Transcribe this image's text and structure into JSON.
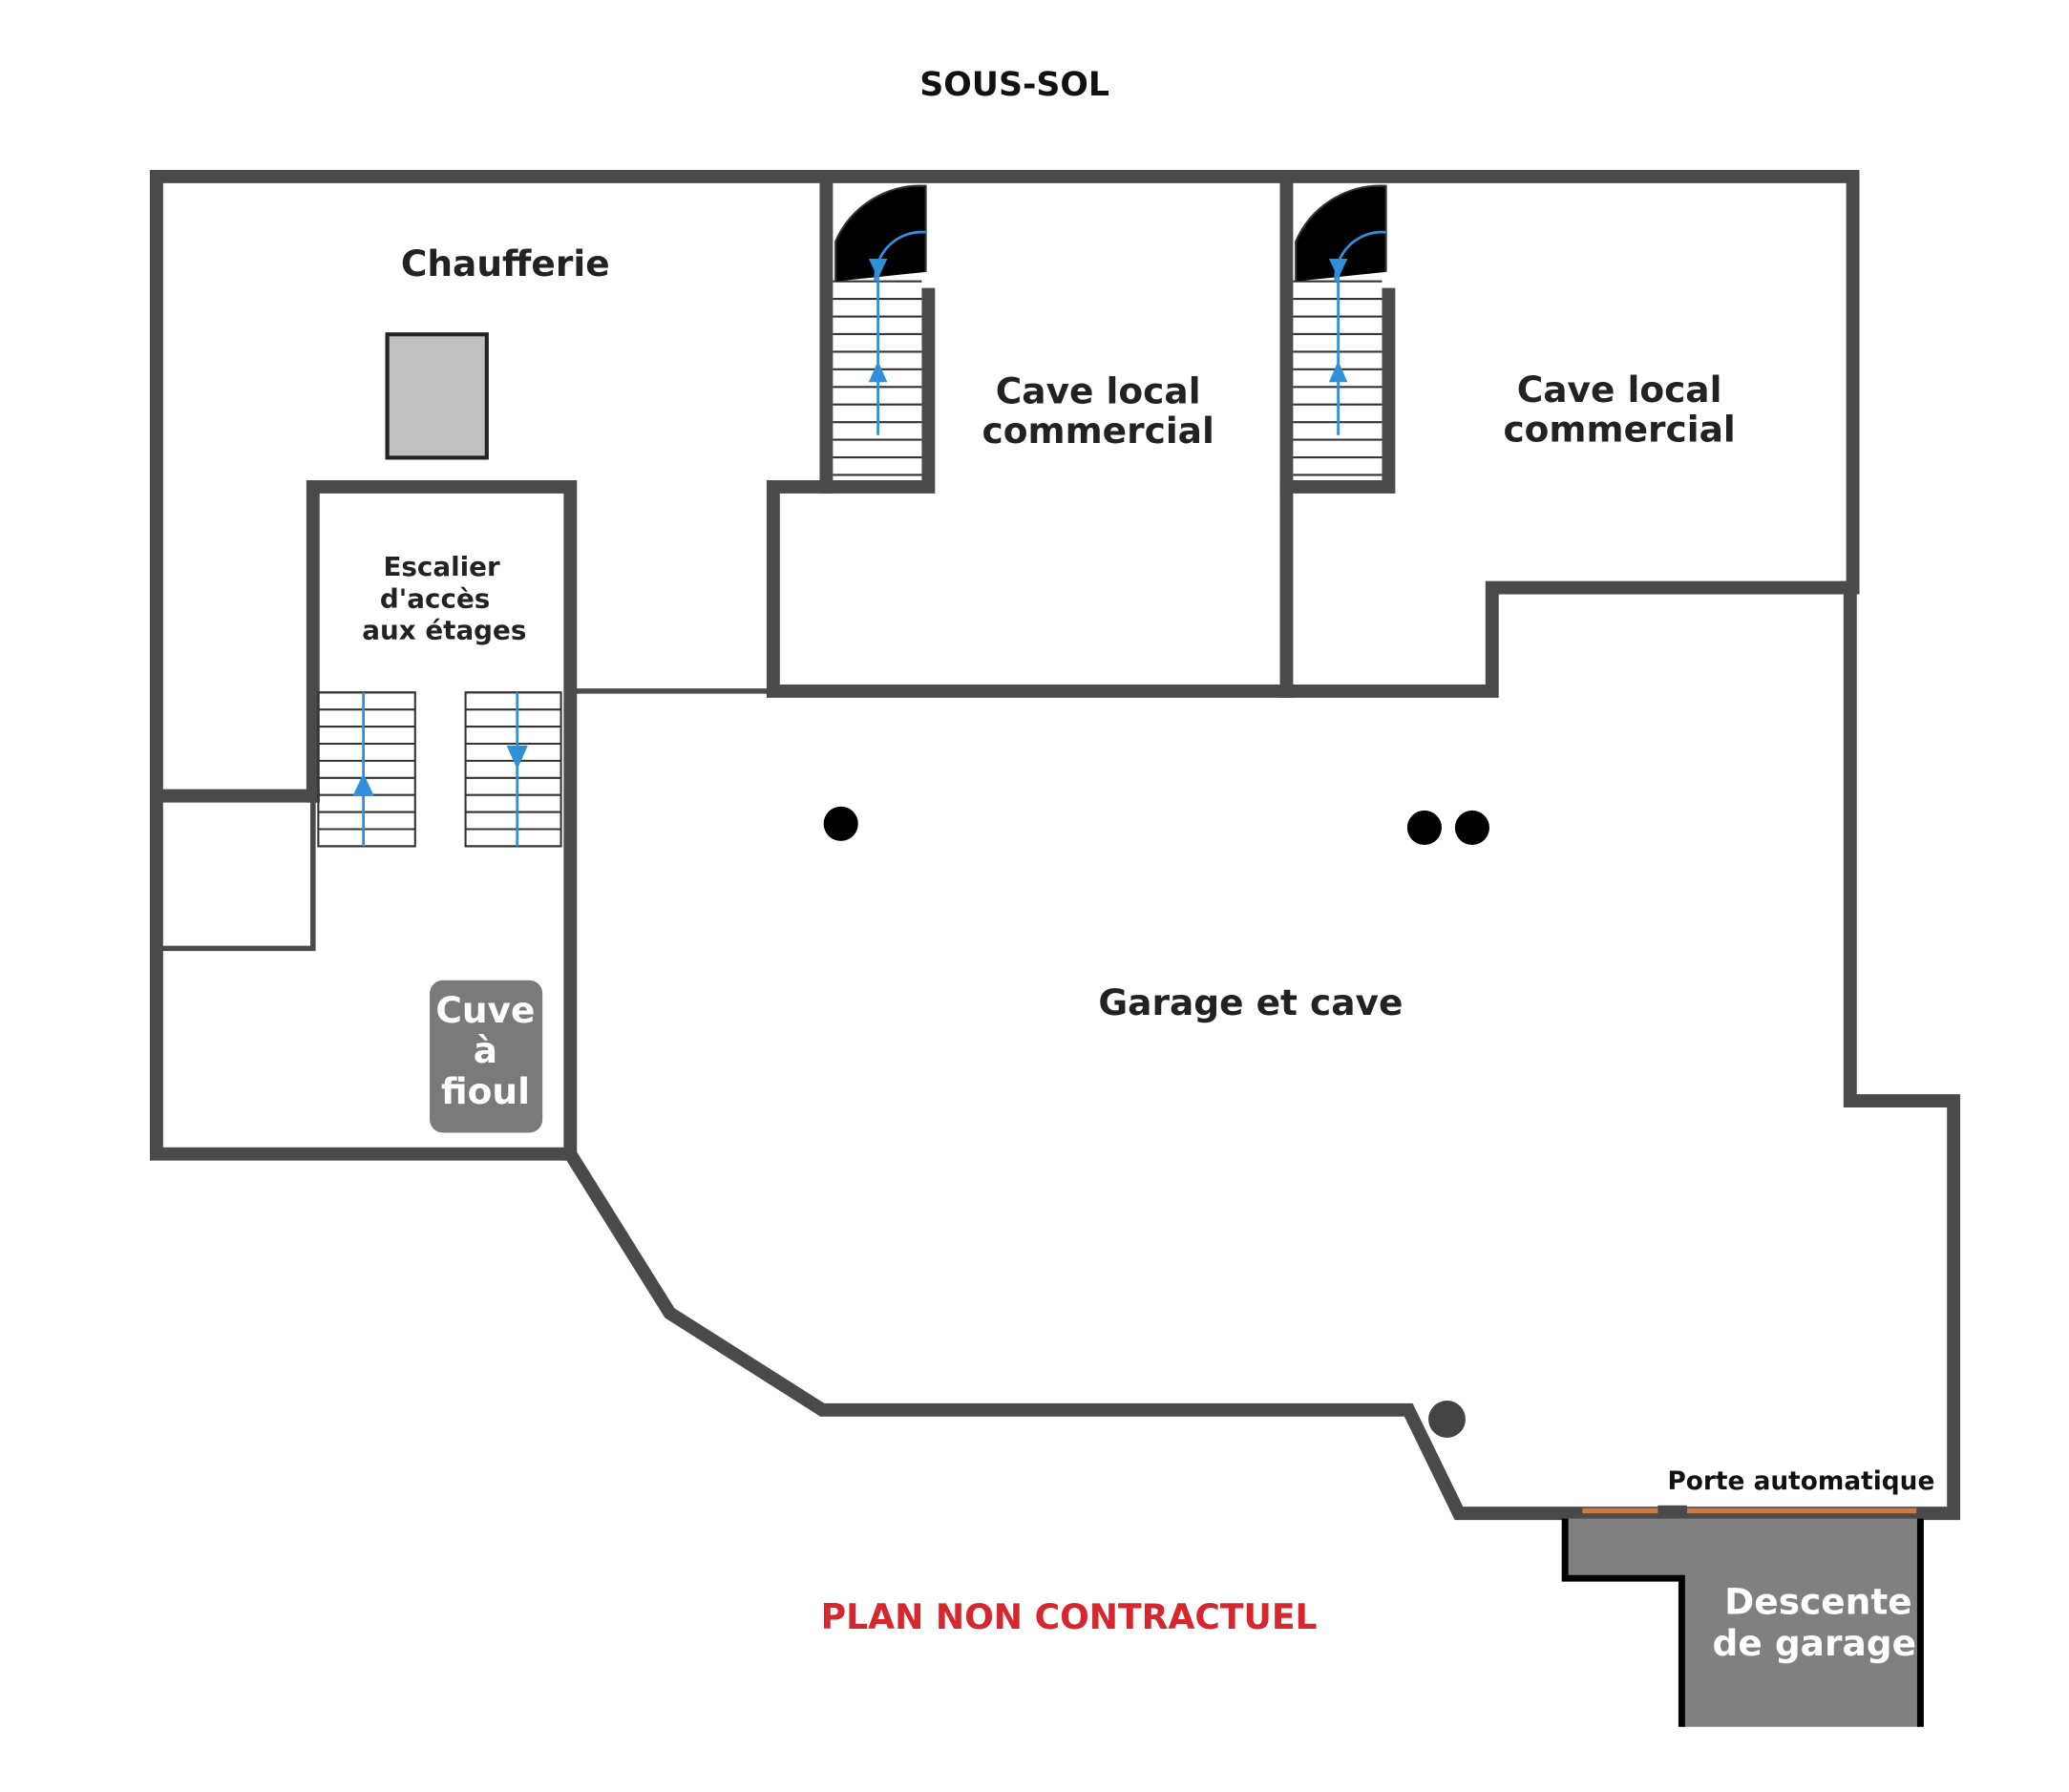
{
  "title": "SOUS-SOL",
  "rooms": {
    "chaufferie": "Chaufferie",
    "cave1": [
      "Cave local",
      "commercial"
    ],
    "cave2": [
      "Cave local",
      "commercial"
    ],
    "escalier": [
      "Escalier",
      "d'accès",
      "aux étages"
    ],
    "cuve": [
      "Cuve",
      "à",
      "fioul"
    ],
    "garage": "Garage et cave",
    "descente": [
      "Descente",
      "de garage"
    ]
  },
  "labels": {
    "porte": "Porte automatique",
    "disclaimer": "PLAN NON CONTRACTUEL"
  },
  "colors": {
    "wall": "#4a4a4a",
    "disclaimer": "#d6262e",
    "stair_arrow": "#2f8fd8",
    "door": "#c87a4a"
  }
}
